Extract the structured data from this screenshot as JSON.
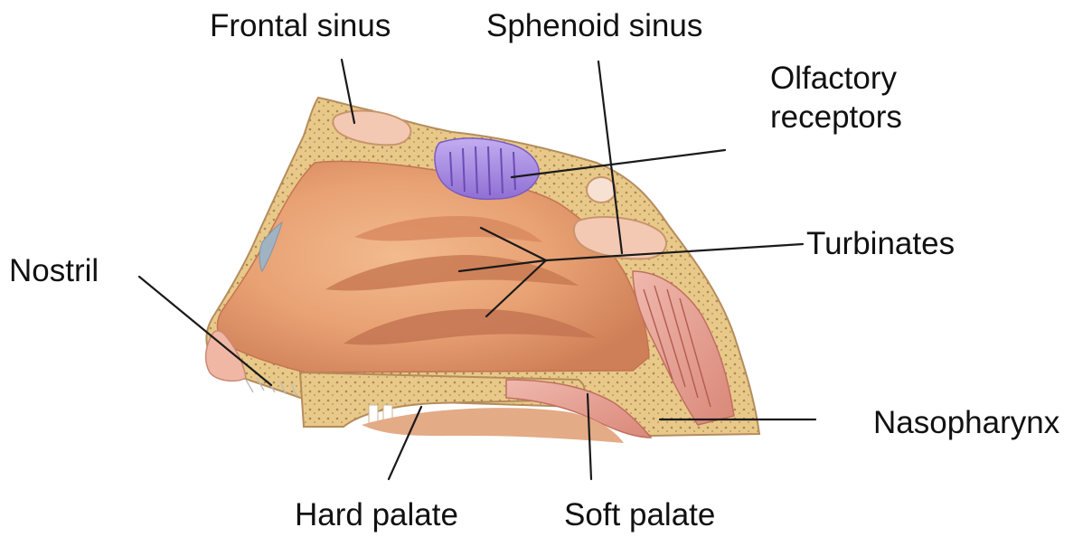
{
  "labels": {
    "frontal_sinus": "Frontal sinus",
    "sphenoid_sinus": "Sphenoid sinus",
    "olfactory_receptors_line1": "Olfactory",
    "olfactory_receptors_line2": "receptors",
    "turbinates": "Turbinates",
    "nostril": "Nostril",
    "nasopharynx": "Nasopharynx",
    "hard_palate": "Hard palate",
    "soft_palate": "Soft palate"
  },
  "colors": {
    "background": "#ffffff",
    "label_text": "#111111",
    "leader_line": "#1a1a1a",
    "cavity_flesh": "#e8a173",
    "cavity_shadow": "#cf7f57",
    "bone": "#e9c989",
    "bone_speckle": "#a88a55",
    "mucosa_pink": "#e9a09a",
    "olfactory_purple": "#a98be0",
    "sinus_air": "#f4c9b4",
    "nostril_skin": "#f1b7a5"
  }
}
